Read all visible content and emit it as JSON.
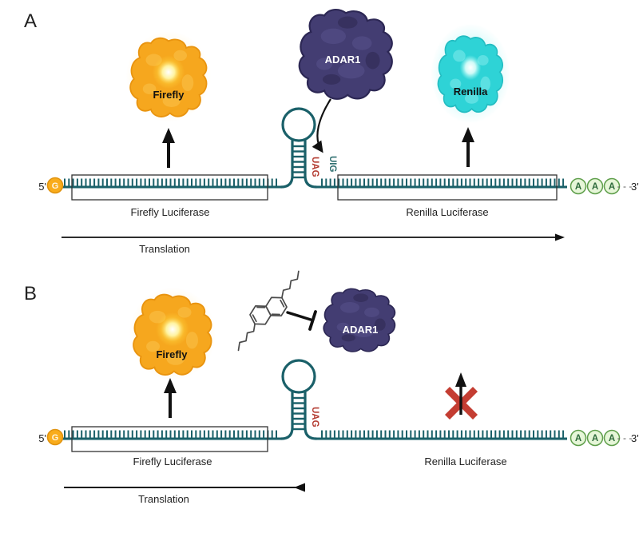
{
  "colors": {
    "mrna_teal": "#1A6069",
    "firefly_orange": "#F6A71E",
    "adar1_purple": "#433D72",
    "renilla_cyan": "#2ED3D6",
    "stop_red": "#C0392B",
    "polya_green": "#5E9E4A",
    "cap_orange": "#F9AC1B"
  },
  "panelA": {
    "label": "A",
    "firefly_label": "Firefly",
    "adar1_label": "ADAR1",
    "renilla_label": "Renilla",
    "five_prime": "5'",
    "cap_g": "G",
    "stop_codon": "UAG",
    "edited_codon": "UIG",
    "firefly_cds": "Firefly Luciferase",
    "renilla_cds": "Renilla Luciferase",
    "polya": [
      "A",
      "A",
      "A"
    ],
    "polya_gap": "- - -",
    "three_prime": "3'",
    "translation_label": "Translation"
  },
  "panelB": {
    "label": "B",
    "firefly_label": "Firefly",
    "adar1_label": "ADAR1",
    "five_prime": "5'",
    "cap_g": "G",
    "stop_codon": "UAG",
    "firefly_cds": "Firefly Luciferase",
    "renilla_cds": "Renilla Luciferase",
    "polya": [
      "A",
      "A",
      "A"
    ],
    "polya_gap": "- - -",
    "three_prime": "3'",
    "translation_label": "Translation"
  }
}
